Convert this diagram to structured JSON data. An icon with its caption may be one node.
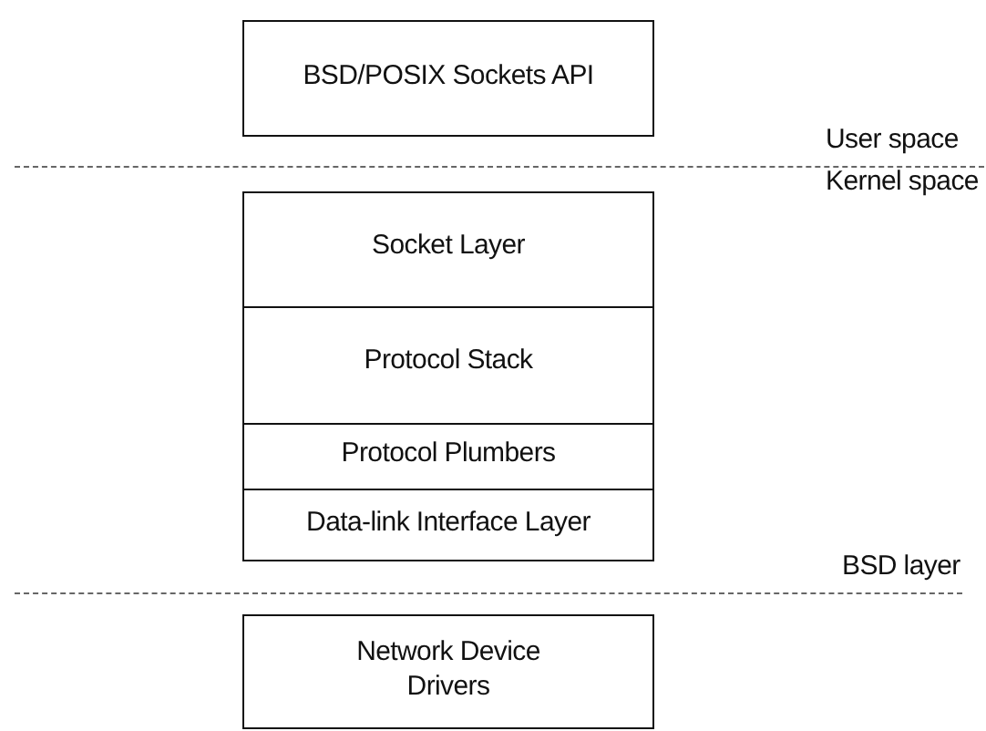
{
  "diagram": {
    "nodes": [
      {
        "text": [
          "BSD/POSIX Sockets API"
        ]
      },
      {
        "text": [
          "Socket Layer"
        ]
      },
      {
        "text": [
          "Protocol Stack"
        ]
      },
      {
        "text": [
          "Protocol Plumbers"
        ]
      },
      {
        "text": [
          "Data-link Interface Layer"
        ]
      },
      {
        "text": [
          "Network Device Drivers"
        ]
      }
    ],
    "labels": [
      "User space",
      "Kernel space",
      "BSD layer"
    ]
  }
}
